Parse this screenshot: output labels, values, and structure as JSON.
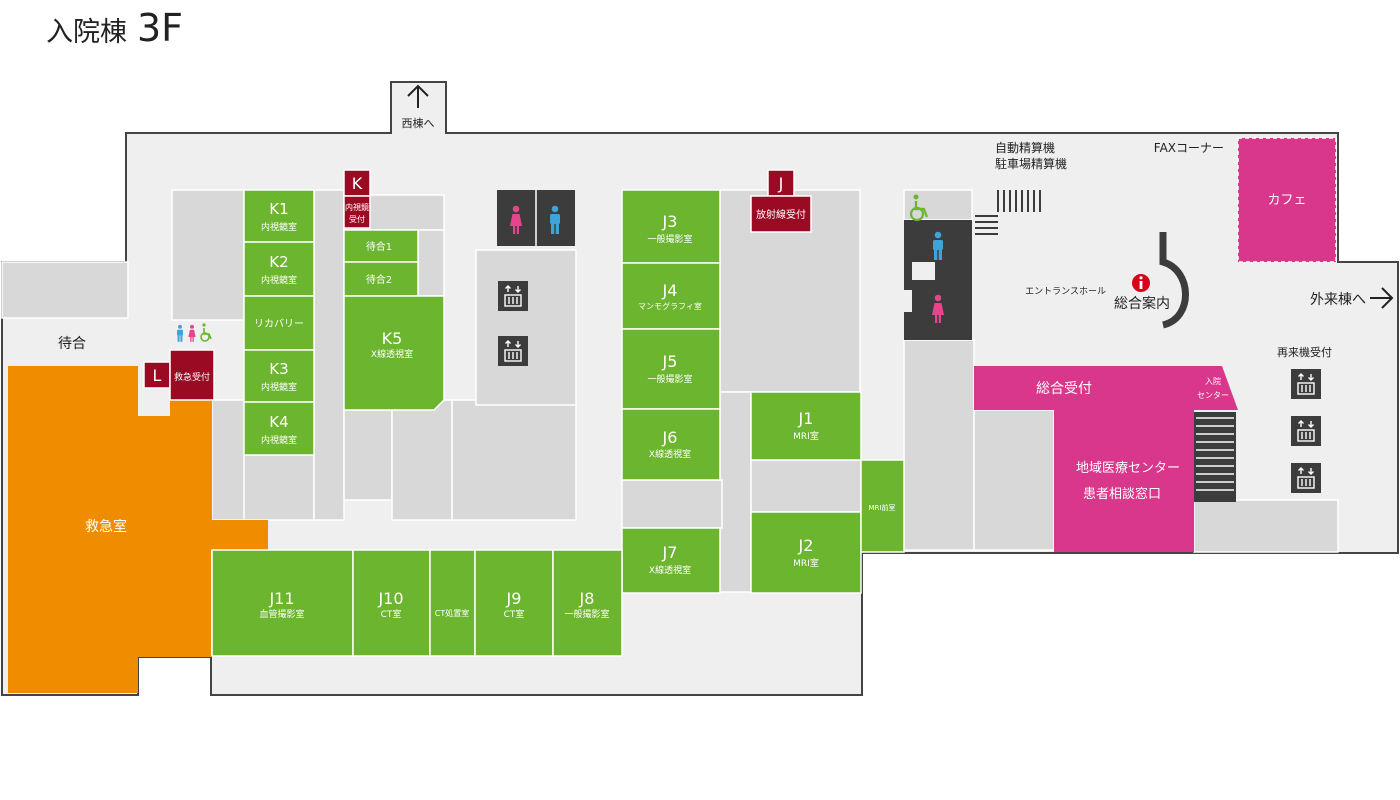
{
  "title": {
    "building": "入院棟",
    "floor": "3F"
  },
  "colors": {
    "green": "#6cb52f",
    "orange": "#ef8c00",
    "pink": "#d9378b",
    "maroon": "#9b0a23",
    "dark": "#3c3c3c",
    "corridor": "#efefef",
    "room_gray": "#d8d8d8",
    "outline": "#444444",
    "female": "#e4458c",
    "male": "#3ea3d8",
    "accessible": "#6cb52f"
  },
  "directions": {
    "west": "西棟へ",
    "outpatient": "外来棟へ"
  },
  "reception_markers": {
    "K": {
      "letter": "K",
      "label1": "内視鏡",
      "label2": "受付"
    },
    "J": {
      "letter": "J",
      "label": "放射線受付"
    },
    "L": {
      "letter": "L",
      "label": "救急受付"
    }
  },
  "rooms": {
    "k1": {
      "code": "K1",
      "name": "内視鏡室"
    },
    "k2": {
      "code": "K2",
      "name": "内視鏡室"
    },
    "recovery": {
      "name": "リカバリー"
    },
    "k3": {
      "code": "K3",
      "name": "内視鏡室"
    },
    "k4": {
      "code": "K4",
      "name": "内視鏡室"
    },
    "wait1": {
      "name": "待合1"
    },
    "wait2": {
      "name": "待合2"
    },
    "k5": {
      "code": "K5",
      "name": "X線透視室"
    },
    "j3": {
      "code": "J3",
      "name": "一般撮影室"
    },
    "j4": {
      "code": "J4",
      "name": "マンモグラフィ室"
    },
    "j5": {
      "code": "J5",
      "name": "一般撮影室"
    },
    "j6": {
      "code": "J6",
      "name": "X線透視室"
    },
    "j7": {
      "code": "J7",
      "name": "X線透視室"
    },
    "j1": {
      "code": "J1",
      "name": "MRI室"
    },
    "j2": {
      "code": "J2",
      "name": "MRI室"
    },
    "mri_front": {
      "name": "MRI前室"
    },
    "j11": {
      "code": "J11",
      "name": "血管撮影室"
    },
    "j10": {
      "code": "J10",
      "name": "CT室"
    },
    "ct_treat": {
      "name": "CT処置室"
    },
    "j9": {
      "code": "J9",
      "name": "CT室"
    },
    "j8": {
      "code": "J8",
      "name": "一般撮影室"
    },
    "emergency": {
      "name": "救急室"
    },
    "cafe": {
      "name": "カフェ"
    },
    "general_reception": {
      "name": "総合受付"
    },
    "admission": {
      "line1": "入院",
      "line2": "センター"
    },
    "regional": {
      "line1": "地域医療センター",
      "line2": "患者相談窓口"
    }
  },
  "labels": {
    "waiting": "待合",
    "auto_pay": "自動精算機",
    "parking_pay": "駐車場精算機",
    "fax": "FAXコーナー",
    "entrance_hall": "エントランスホール",
    "info": "総合案内",
    "revisit": "再来機受付"
  },
  "icons": {
    "elevator": "elevator-icon",
    "female": "female-toilet-icon",
    "male": "male-toilet-icon",
    "wheelchair": "wheelchair-icon",
    "info": "info-icon",
    "arrow_up": "arrow-up-icon",
    "arrow_right": "arrow-right-icon"
  }
}
